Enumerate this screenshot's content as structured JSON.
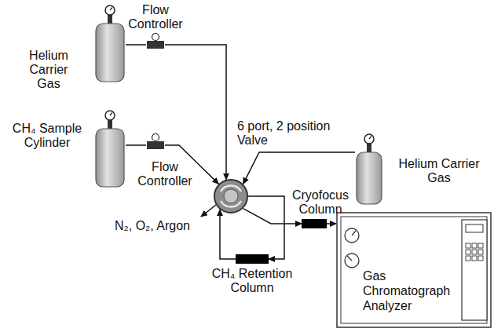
{
  "diagram": {
    "nodes": [
      {
        "text": [
          "Helium Carrier Gas"
        ]
      },
      {
        "text": [
          "Flow Controller"
        ]
      },
      {
        "text": [
          "CH₄ Sample Cylinder"
        ]
      },
      {
        "text": [
          "Flow Controller"
        ]
      },
      {
        "text": [
          "6 port, 2 position Valve"
        ]
      },
      {
        "text": [
          "Helium Carrier Gas"
        ]
      },
      {
        "text": [
          "CH₄ Retention Column"
        ]
      },
      {
        "text": [
          "Cryofocus Column"
        ]
      },
      {
        "text": [
          "Gas Chromatograph Analyzer"
        ]
      }
    ],
    "edges": [
      {
        "from": 0,
        "to": 1,
        "arrow": "none"
      },
      {
        "from": 1,
        "to": 4,
        "arrow": "to"
      },
      {
        "from": 2,
        "to": 3,
        "arrow": "none"
      },
      {
        "from": 3,
        "to": 4,
        "arrow": "to"
      },
      {
        "from": 5,
        "to": 4,
        "arrow": "to"
      },
      {
        "from": 4,
        "to": 6,
        "arrow": "to"
      },
      {
        "from": 6,
        "to": 4,
        "arrow": "to"
      },
      {
        "from": 4,
        "to": 7,
        "arrow": "to"
      },
      {
        "from": 7,
        "to": 8,
        "arrow": "to"
      }
    ],
    "labels": [
      "N₂, O₂, Argon"
    ]
  }
}
